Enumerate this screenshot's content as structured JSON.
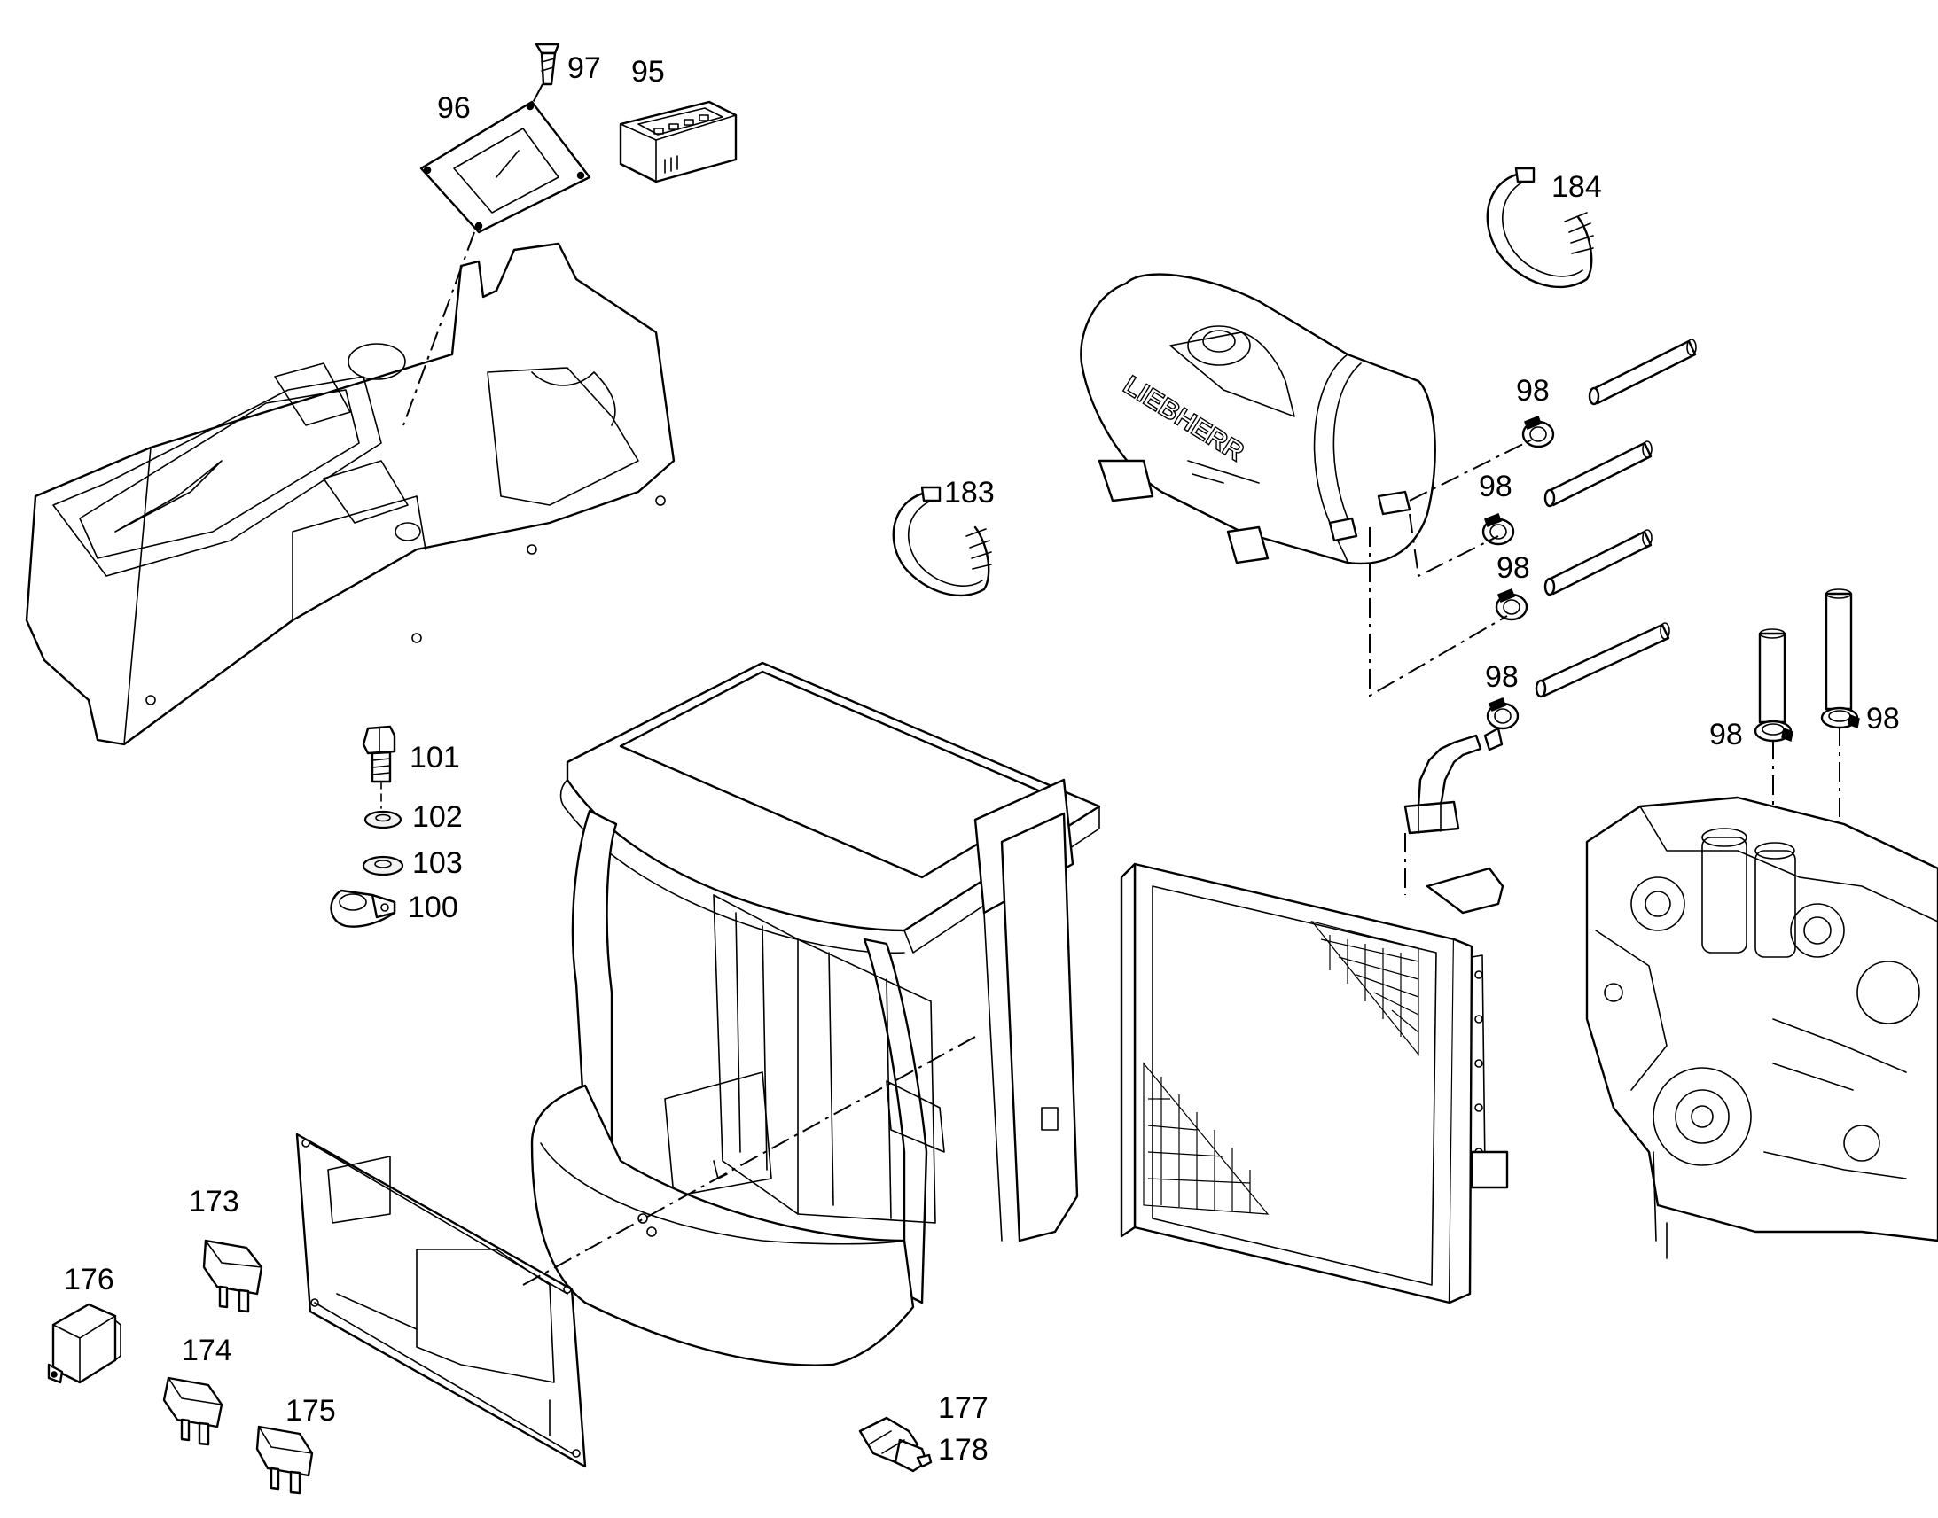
{
  "diagram": {
    "brand_mark": "LIEBHERR",
    "callouts": {
      "c95": "95",
      "c96": "96",
      "c97": "97",
      "c98": "98",
      "c100": "100",
      "c101": "101",
      "c102": "102",
      "c103": "103",
      "c173": "173",
      "c174": "174",
      "c175": "175",
      "c176": "176",
      "c177": "177",
      "c178": "178",
      "c183": "183",
      "c184": "184"
    },
    "parts": [
      "console-panel",
      "cover-plate",
      "screw",
      "display-unit",
      "hose-clamp-band",
      "air-tank",
      "hose",
      "hose-clamp",
      "cab",
      "radiator",
      "engine",
      "bolt",
      "washer",
      "clip",
      "cover-panel",
      "fuse",
      "relay",
      "connector"
    ]
  }
}
